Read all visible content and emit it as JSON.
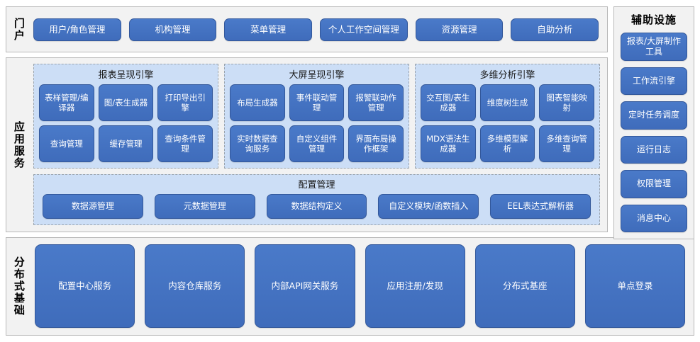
{
  "portal": {
    "label": "门户",
    "items": [
      {
        "label": "用户/角色管理"
      },
      {
        "label": "机构管理"
      },
      {
        "label": "菜单管理"
      },
      {
        "label": "个人工作空间管理"
      },
      {
        "label": "资源管理"
      },
      {
        "label": "自助分析"
      }
    ]
  },
  "aux": {
    "title": "辅助设施",
    "items": [
      {
        "label": "报表/大屏制作工具"
      },
      {
        "label": "工作流引擎"
      },
      {
        "label": "定时任务调度"
      },
      {
        "label": "运行日志"
      },
      {
        "label": "权限管理"
      },
      {
        "label": "消息中心"
      }
    ]
  },
  "app": {
    "label": "应用服务",
    "engines": [
      {
        "title": "报表呈现引擎",
        "items": [
          {
            "label": "表样管理/编译器"
          },
          {
            "label": "图/表生成器"
          },
          {
            "label": "打印导出引擎"
          },
          {
            "label": "查询管理"
          },
          {
            "label": "缓存管理"
          },
          {
            "label": "查询条件管理"
          }
        ]
      },
      {
        "title": "大屏呈现引擎",
        "items": [
          {
            "label": "布局生成器"
          },
          {
            "label": "事件联动管理"
          },
          {
            "label": "报警联动作管理"
          },
          {
            "label": "实时数据查询服务"
          },
          {
            "label": "自定义组件管理"
          },
          {
            "label": "界面布局操作框架"
          }
        ]
      },
      {
        "title": "多维分析引擎",
        "items": [
          {
            "label": "交互图/表生成器"
          },
          {
            "label": "维度树生成"
          },
          {
            "label": "图表智能映射"
          },
          {
            "label": "MDX语法生成器"
          },
          {
            "label": "多维模型解析"
          },
          {
            "label": "多维查询管理"
          }
        ]
      }
    ],
    "config": {
      "title": "配置管理",
      "items": [
        {
          "label": "数据源管理"
        },
        {
          "label": "元数据管理"
        },
        {
          "label": "数据结构定义"
        },
        {
          "label": "自定义模块/函数插入"
        },
        {
          "label": "EEL表达式解析器"
        }
      ]
    }
  },
  "distributed": {
    "label": "分布式基础",
    "items": [
      {
        "label": "配置中心服务"
      },
      {
        "label": "内容仓库服务"
      },
      {
        "label": "内部API网关服务"
      },
      {
        "label": "应用注册/发现"
      },
      {
        "label": "分布式基座"
      },
      {
        "label": "单点登录"
      }
    ]
  },
  "colors": {
    "button_blue": "#4472c4",
    "panel_light_blue": "#ccdef6",
    "panel_gray": "#f2f2f2",
    "border_gray": "#b8b8b8"
  }
}
